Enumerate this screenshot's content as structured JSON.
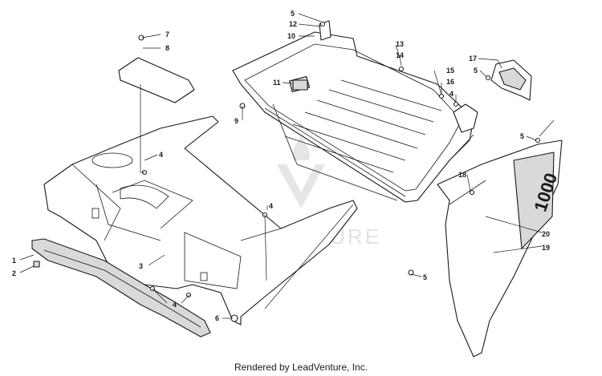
{
  "watermark": {
    "text": "LEADVENTURE"
  },
  "logo": {
    "text": "1000"
  },
  "footer": {
    "text": "Rendered by LeadVenture, Inc."
  },
  "callouts": [
    {
      "id": "c1",
      "label": "1"
    },
    {
      "id": "c2",
      "label": "2"
    },
    {
      "id": "c3",
      "label": "3"
    },
    {
      "id": "c4a",
      "label": "4"
    },
    {
      "id": "c4b",
      "label": "4"
    },
    {
      "id": "c4c",
      "label": "4"
    },
    {
      "id": "c4d",
      "label": "4"
    },
    {
      "id": "c5a",
      "label": "5"
    },
    {
      "id": "c5b",
      "label": "5"
    },
    {
      "id": "c5c",
      "label": "5"
    },
    {
      "id": "c5d",
      "label": "5"
    },
    {
      "id": "c6",
      "label": "6"
    },
    {
      "id": "c7",
      "label": "7"
    },
    {
      "id": "c8",
      "label": "8"
    },
    {
      "id": "c9",
      "label": "9"
    },
    {
      "id": "c10",
      "label": "10"
    },
    {
      "id": "c11",
      "label": "11"
    },
    {
      "id": "c12",
      "label": "12"
    },
    {
      "id": "c13",
      "label": "13"
    },
    {
      "id": "c14",
      "label": "14"
    },
    {
      "id": "c15",
      "label": "15"
    },
    {
      "id": "c16",
      "label": "16"
    },
    {
      "id": "c17",
      "label": "17"
    },
    {
      "id": "c18",
      "label": "18"
    },
    {
      "id": "c19",
      "label": "19"
    },
    {
      "id": "c20",
      "label": "20"
    }
  ]
}
